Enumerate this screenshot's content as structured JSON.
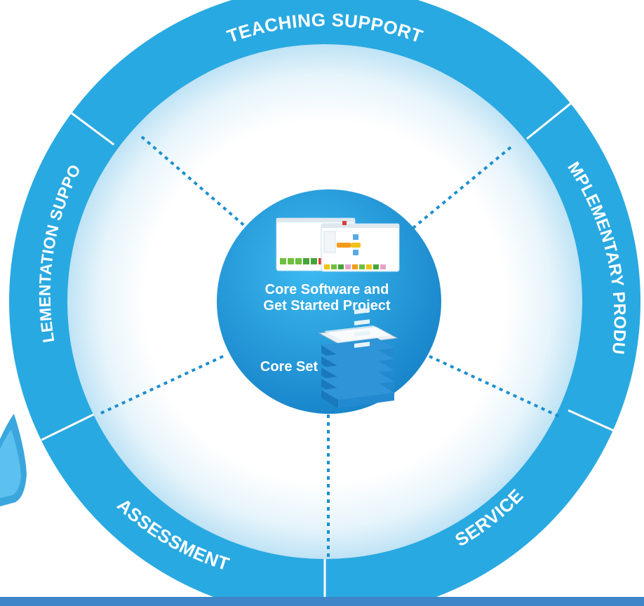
{
  "diagram": {
    "segments": [
      {
        "id": "teaching-support",
        "label": "TEACHING SUPPORT"
      },
      {
        "id": "complementary-products",
        "label": "COMPLEMENTARY PRODUCTS"
      },
      {
        "id": "service",
        "label": "SERVICE"
      },
      {
        "id": "assessment",
        "label": "ASSESSMENT"
      },
      {
        "id": "implementation-support",
        "label": "IMPLEMENTATION SUPPORT"
      }
    ],
    "center": {
      "software_line1": "Core Software and",
      "software_line2": "Get Started Project",
      "core_set_label": "Core Set"
    },
    "colors": {
      "ring": "#29a9e1",
      "hub": "#1a8fd0",
      "hub_light": "#38b6ee",
      "connector": "#1c8fcf",
      "bottom_band": "#3f86c9",
      "divider": "#ffffff"
    }
  }
}
